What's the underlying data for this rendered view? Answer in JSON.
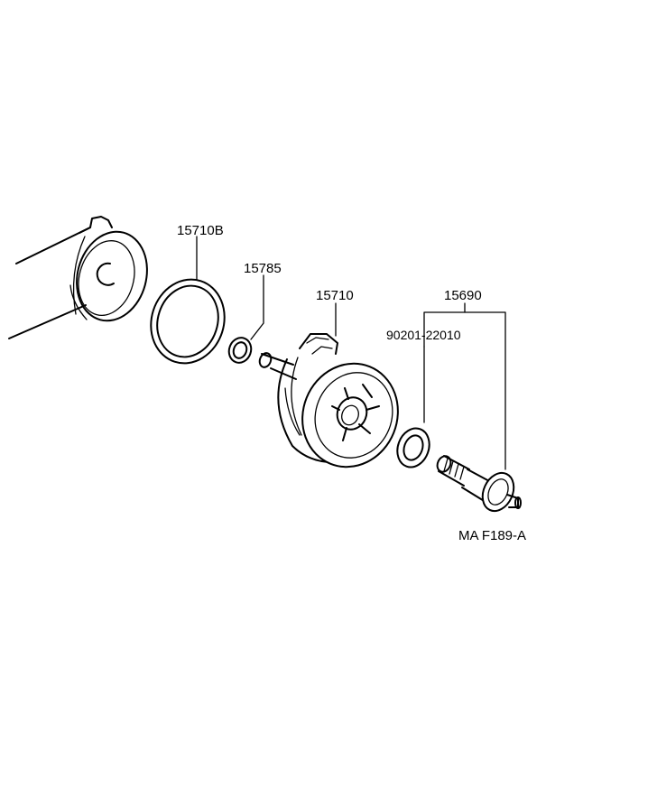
{
  "labels": {
    "gasket_large": "15710B",
    "gasket_small": "15785",
    "oil_cooler": "15710",
    "union_bolt_assy": "15690",
    "washer": "90201-22010",
    "figure_code": "MA F189-A"
  },
  "colors": {
    "ink": "#000000",
    "paper": "#ffffff"
  }
}
